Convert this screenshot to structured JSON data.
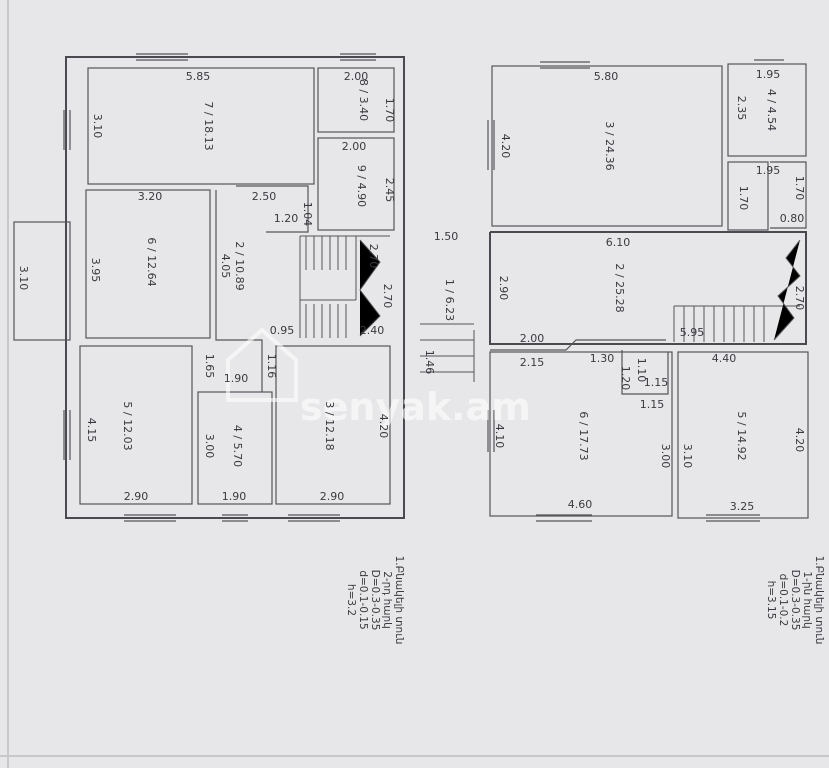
{
  "left_plan": {
    "rooms": [
      {
        "num": "7",
        "area": "18.13"
      },
      {
        "num": "8",
        "area": "3.40"
      },
      {
        "num": "9",
        "area": "4.90"
      },
      {
        "num": "6",
        "area": "12.64"
      },
      {
        "num": "2",
        "area": "10.89"
      },
      {
        "num": "5",
        "area": "12.03"
      },
      {
        "num": "4",
        "area": "5.70"
      },
      {
        "num": "3",
        "area": "12.18"
      },
      {
        "num": "1",
        "area": "6.23"
      }
    ],
    "dims": [
      "5.85",
      "2.00",
      "1.70",
      "3.10",
      "2.00",
      "2.45",
      "3.20",
      "2.50",
      "1.04",
      "1.20",
      "1.50",
      "3.95",
      "4.05",
      "3.10",
      "2.70",
      "2.70",
      "0.95",
      "2.40",
      "1.65",
      "1.16",
      "1.90",
      "4.15",
      "3.00",
      "4.20",
      "2.90",
      "1.90",
      "2.90",
      "1.46"
    ],
    "legend": [
      "1.Բնակելի տուն",
      "2-րդ հարկ",
      "D=0.3-0.35",
      "d=0.1-0.15",
      "h=3.2"
    ]
  },
  "right_plan": {
    "rooms": [
      {
        "num": "3",
        "area": "24.36"
      },
      {
        "num": "4",
        "area": "4.54"
      },
      {
        "num": "2",
        "area": "25.28"
      },
      {
        "num": "6",
        "area": "17.73"
      },
      {
        "num": "5",
        "area": "14.92"
      }
    ],
    "dims": [
      "5.80",
      "1.95",
      "2.35",
      "4.20",
      "1.95",
      "1.70",
      "1.70",
      "0.80",
      "6.10",
      "2.90",
      "2.70",
      "2.00",
      "5.95",
      "2.15",
      "1.30",
      "1.10",
      "1.20",
      "1.15",
      "4.40",
      "1.15",
      "4.10",
      "3.00",
      "3.10",
      "4.20",
      "4.60",
      "3.25"
    ],
    "legend": [
      "1.Բնակելի տուն",
      "1-ին հարկ",
      "D=0.3-0.35",
      "d=0.1-0.2",
      "h=3.15"
    ]
  },
  "watermark": "senyak.am"
}
